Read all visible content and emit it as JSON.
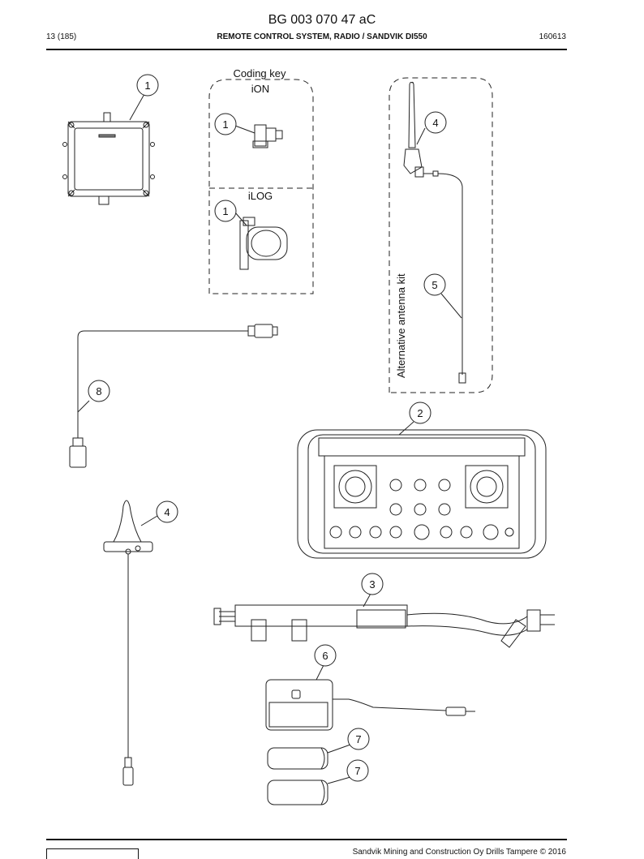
{
  "header": {
    "document_code": "BG 003 070 47 aC",
    "page": "13 (185)",
    "title": "REMOTE CONTROL SYSTEM, RADIO / SANDVIK DI550",
    "date": "160613"
  },
  "labels": {
    "coding_key": "Coding key",
    "ion": "iON",
    "ilog": "iLOG",
    "alt_antenna_kit": "Alternative antenna kit"
  },
  "callouts": [
    "1",
    "1",
    "1",
    "4",
    "5",
    "8",
    "2",
    "4",
    "3",
    "6",
    "7",
    "7"
  ],
  "footer": {
    "copyright": "Sandvik Mining and Construction Oy Drills Tampere © 2016"
  }
}
